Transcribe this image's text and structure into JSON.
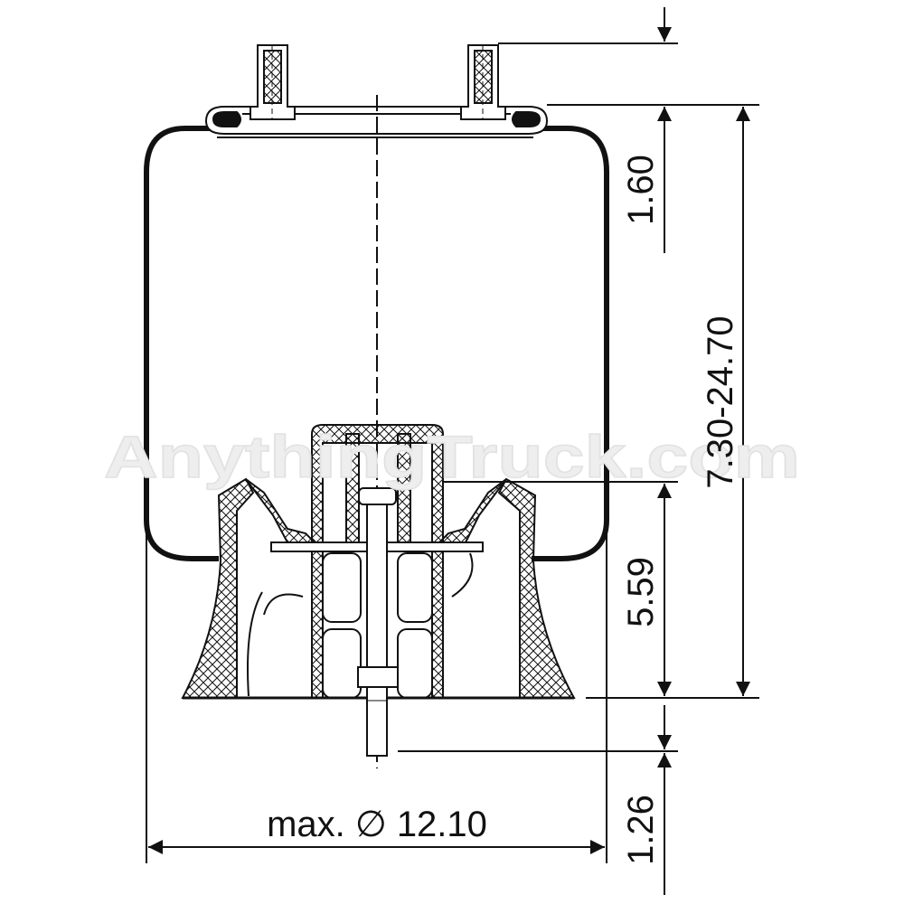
{
  "watermark": "AnythingTruck.com",
  "dimensions": {
    "top_stud_height": "1.60",
    "height_range": "7.30-24.70",
    "piston_height": "5.59",
    "bottom_stud_length": "1.26",
    "max_diameter": "max. ∅ 12.10"
  },
  "colors": {
    "line": "#111111",
    "background": "#ffffff",
    "watermark": "#eeeeee"
  }
}
